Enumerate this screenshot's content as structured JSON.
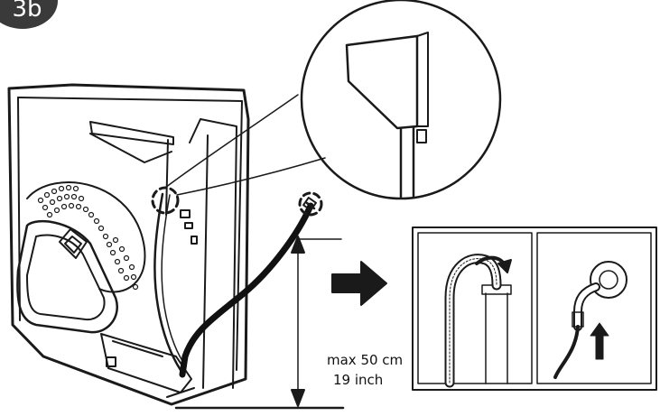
{
  "step": {
    "label": "3b"
  },
  "measurement": {
    "cm_label": "max 50 cm",
    "inch_label": "19 inch"
  },
  "colors": {
    "line": "#1a1a1a",
    "badge": "#3a3a3a",
    "background": "#ffffff"
  },
  "icons": {
    "arrow": "right-arrow-icon",
    "up": "up-arrow-icon",
    "rotate": "rotation-arrow-icon"
  }
}
